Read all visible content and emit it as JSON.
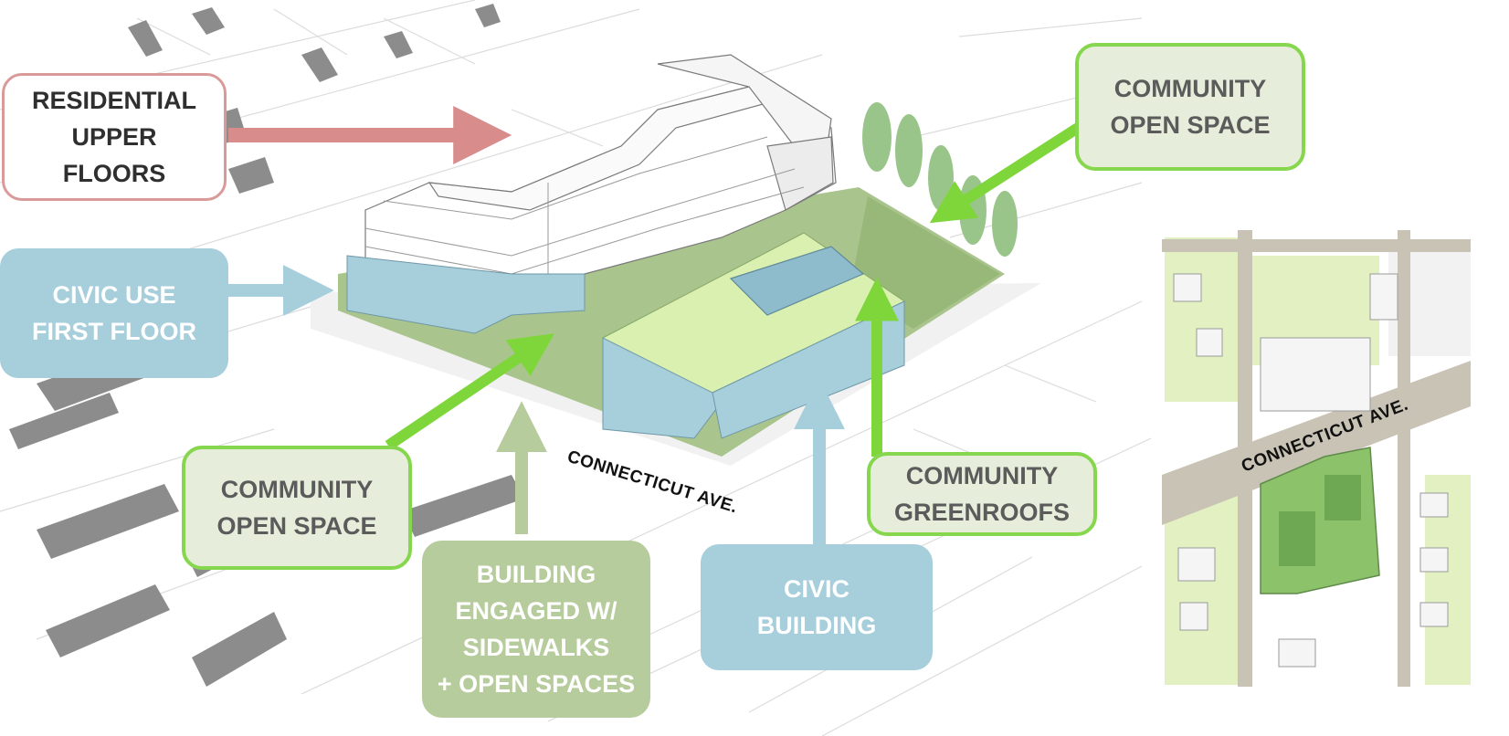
{
  "colors": {
    "pink_arrow": "#d98c8c",
    "blue_civic": "#a6cedb",
    "green_arrow": "#7ed63a",
    "sage": "#b7cc9c",
    "lawn": "#a9c48c",
    "greenroof": "#d9f0b0"
  },
  "labels": {
    "residential": [
      "RESIDENTIAL",
      "UPPER",
      "FLOORS"
    ],
    "civic_use": [
      "CIVIC USE",
      "FIRST FLOOR"
    ],
    "open_space_top": [
      "COMMUNITY",
      "OPEN SPACE"
    ],
    "open_space_left": [
      "COMMUNITY",
      "OPEN SPACE"
    ],
    "sidewalks": [
      "BUILDING",
      "ENGAGED W/",
      "SIDEWALKS",
      "+ OPEN SPACES"
    ],
    "civic_building": [
      "CIVIC",
      "BUILDING"
    ],
    "greenroofs": [
      "COMMUNITY",
      "GREENROOFS"
    ]
  },
  "streets": {
    "main": "CONNECTICUT AVE.",
    "inset": "CONNECTICUT AVE."
  }
}
